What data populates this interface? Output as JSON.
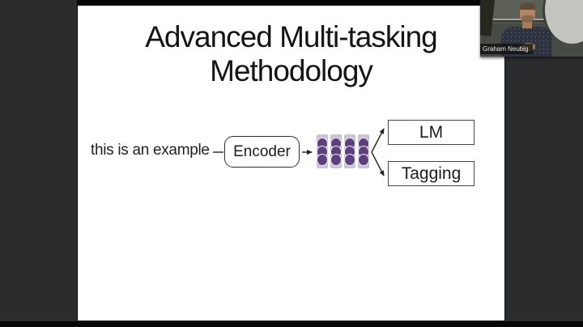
{
  "window": {
    "bg_color": "#2b2c2d",
    "letterbox_color": "#070707",
    "slide_bg": "#ffffff"
  },
  "slide": {
    "title_line1": "Advanced Multi-tasking",
    "title_line2": "Methodology",
    "diagram": {
      "input_text": "this is an example",
      "encoder_label": "Encoder",
      "output_boxes": [
        "LM",
        "Tagging"
      ],
      "hidden_state": {
        "columns": 4,
        "dots_per_column": 3,
        "dot_color": "#5d4080",
        "track_color": "#cac3d4"
      }
    }
  },
  "webcam": {
    "speaker_name": "Graham Neubig"
  }
}
